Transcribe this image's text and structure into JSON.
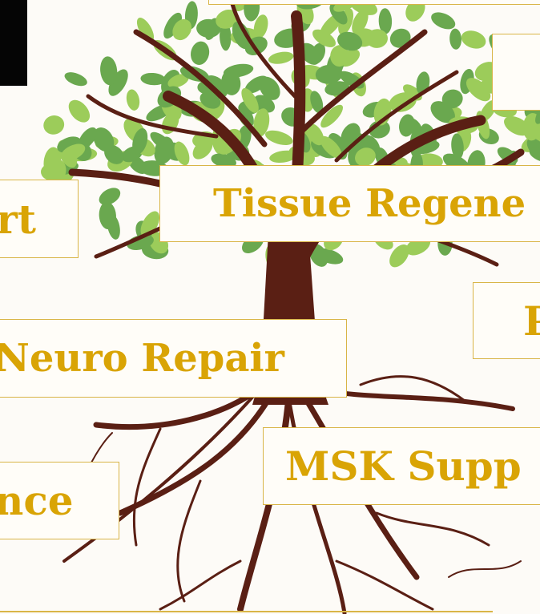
{
  "labels": {
    "tissue": "Tissue Regene",
    "neuro": "Neuro Repair",
    "msk": "MSK Supp",
    "support_fragment": "rt",
    "nce_fragment": "nce",
    "p_fragment": "P"
  },
  "colors": {
    "label_text": "#d9a405",
    "label_border": "#d9b547",
    "trunk": "#5a1f14",
    "leaf_light": "#9ccc5a",
    "leaf_dark": "#6aa84f",
    "background": "#fdfbf7"
  }
}
